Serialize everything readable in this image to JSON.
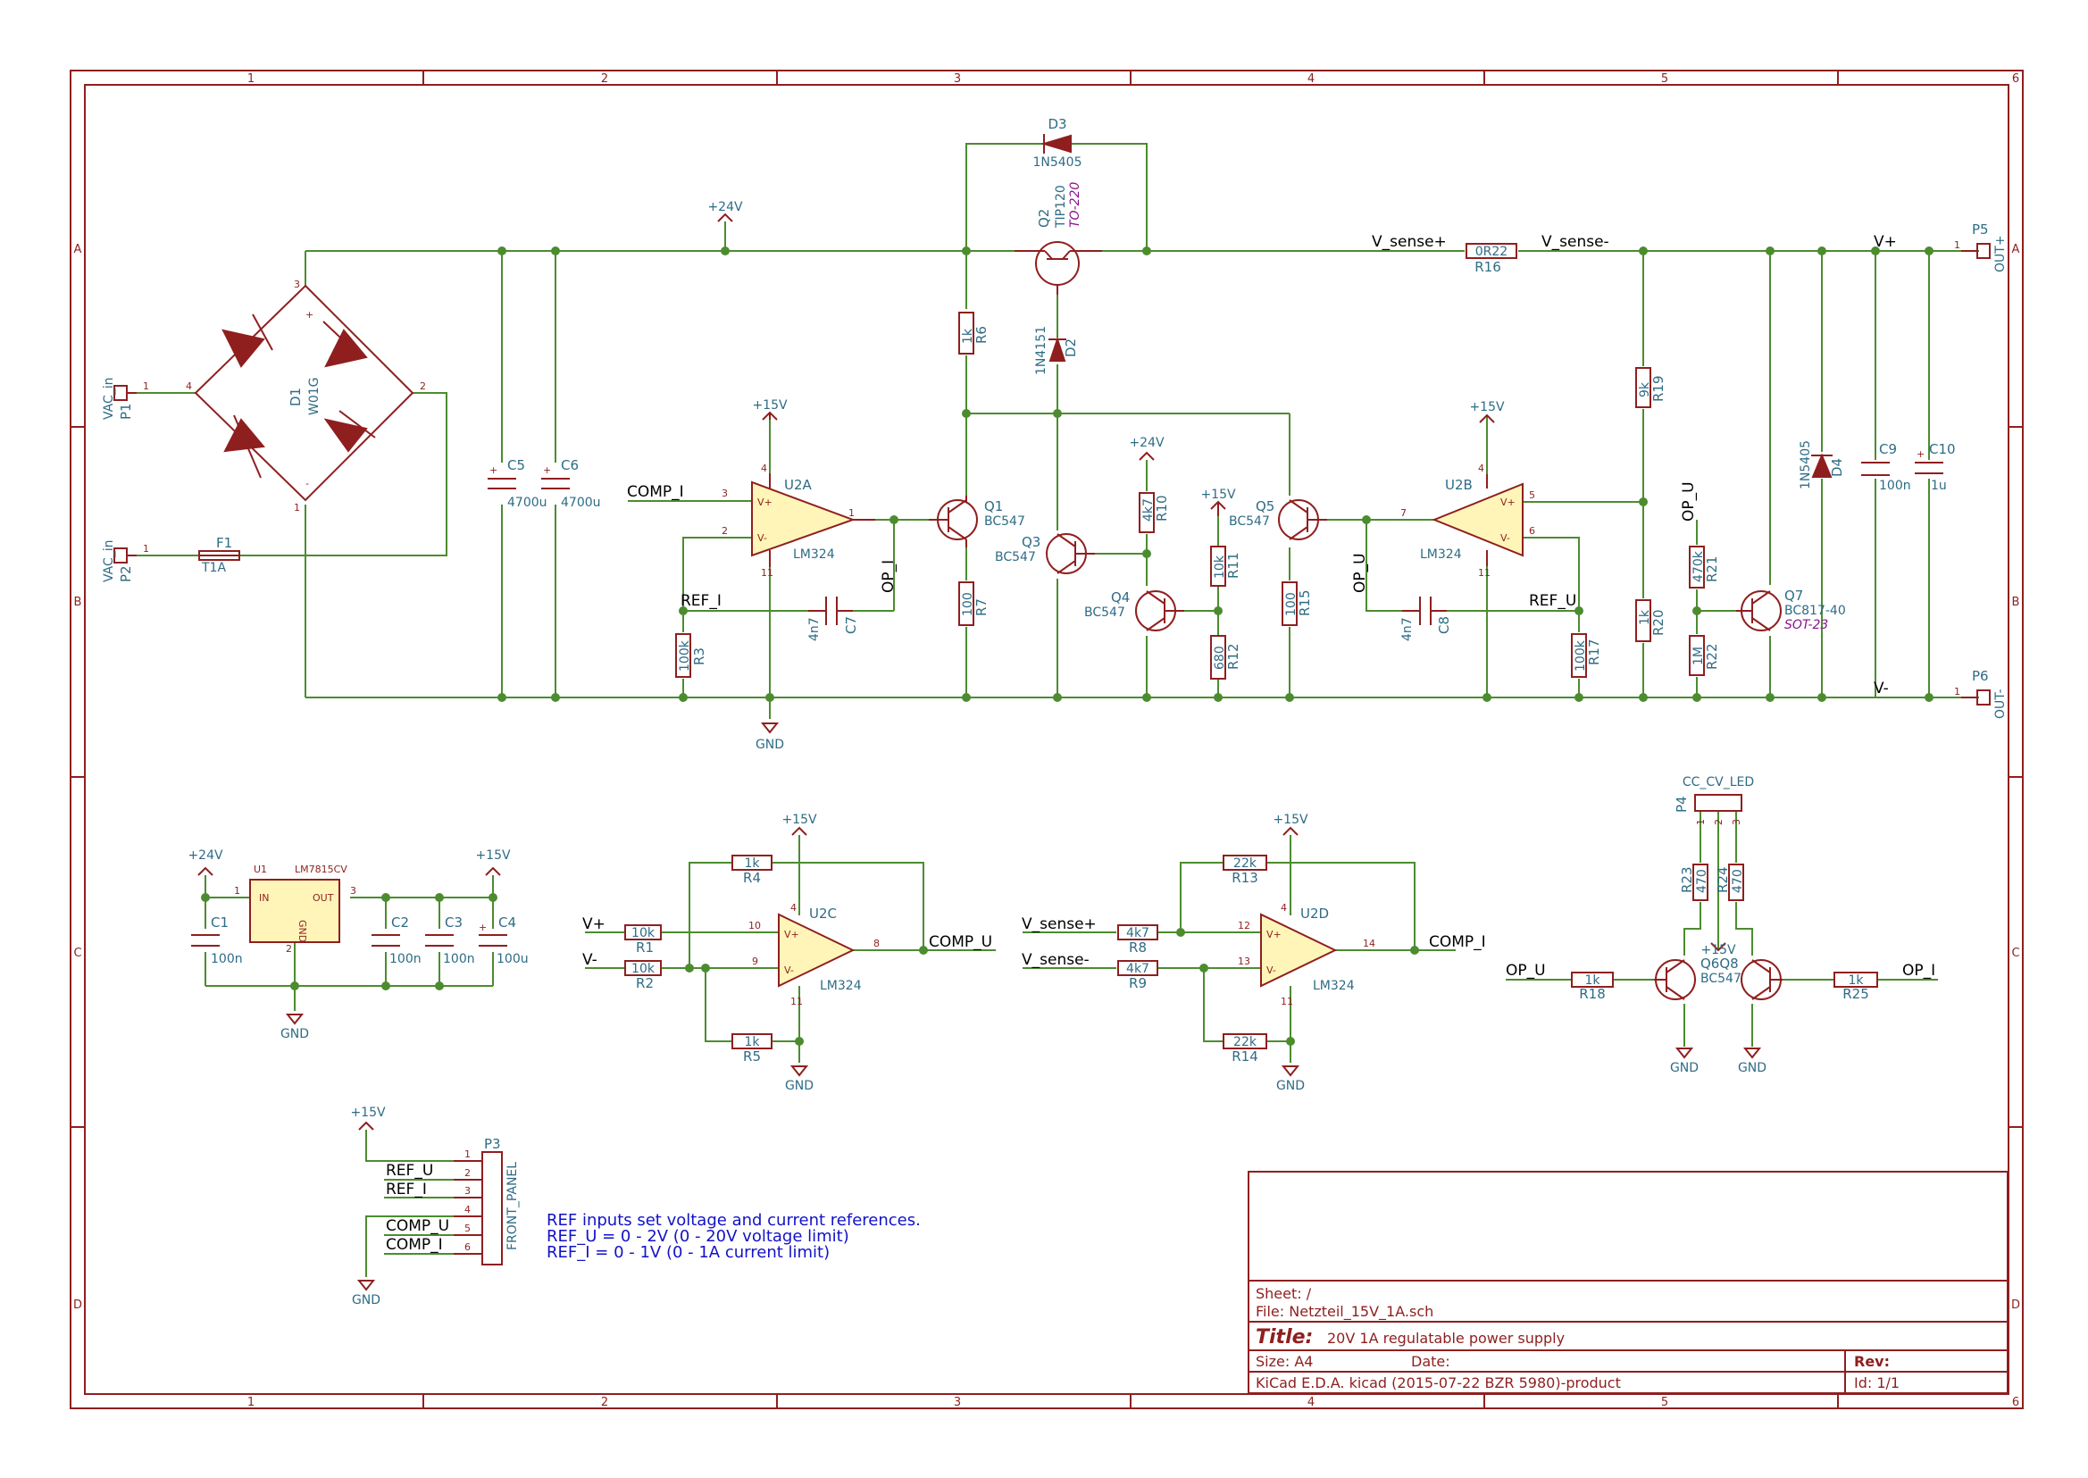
{
  "frame": {
    "cols": [
      "1",
      "2",
      "3",
      "4",
      "5",
      "6"
    ],
    "rows": [
      "A",
      "B",
      "C",
      "D"
    ]
  },
  "components": {
    "P1": {
      "ref": "P1",
      "value": "VAC_in",
      "pin": "1"
    },
    "P2": {
      "ref": "P2",
      "value": "VAC_in",
      "pin": "1"
    },
    "F1": {
      "ref": "F1",
      "value": "T1A"
    },
    "D1": {
      "ref": "D1",
      "value": "W01G",
      "pins": [
        "1",
        "2",
        "3",
        "4"
      ],
      "plus": "+",
      "minus": "-"
    },
    "C5": {
      "ref": "C5",
      "value": "4700u"
    },
    "C6": {
      "ref": "C6",
      "value": "4700u"
    },
    "D3": {
      "ref": "D3",
      "value": "1N5405"
    },
    "Q2": {
      "ref": "Q2",
      "value": "TIP120",
      "pkg": "TO-220"
    },
    "D2": {
      "ref": "D2",
      "value": "1N4151"
    },
    "R6": {
      "ref": "R6",
      "value": "1k"
    },
    "R16": {
      "ref": "R16",
      "value": "0R22"
    },
    "R19": {
      "ref": "R19",
      "value": "9k"
    },
    "R20": {
      "ref": "R20",
      "value": "1k"
    },
    "R21": {
      "ref": "R21",
      "value": "470k"
    },
    "R22": {
      "ref": "R22",
      "value": "1M"
    },
    "Q7": {
      "ref": "Q7",
      "value": "BC817-40",
      "pkg": "SOT-23"
    },
    "D4": {
      "ref": "D4",
      "value": "1N5405"
    },
    "C9": {
      "ref": "C9",
      "value": "100n"
    },
    "C10": {
      "ref": "C10",
      "value": "1u"
    },
    "P5": {
      "ref": "P5",
      "value": "OUT+",
      "pin": "1"
    },
    "P6": {
      "ref": "P6",
      "value": "OUT-",
      "pin": "1"
    },
    "U2A": {
      "ref": "U2A",
      "value": "LM324",
      "pins": [
        "3",
        "2",
        "1",
        "4",
        "11"
      ]
    },
    "U2B": {
      "ref": "U2B",
      "value": "LM324",
      "pins": [
        "5",
        "6",
        "7",
        "4",
        "11"
      ]
    },
    "U2C": {
      "ref": "U2C",
      "value": "LM324",
      "pins": [
        "10",
        "9",
        "8",
        "4",
        "11"
      ]
    },
    "U2D": {
      "ref": "U2D",
      "value": "LM324",
      "pins": [
        "12",
        "13",
        "14",
        "4",
        "11"
      ]
    },
    "Q1": {
      "ref": "Q1",
      "value": "BC547"
    },
    "Q3": {
      "ref": "Q3",
      "value": "BC547"
    },
    "Q4": {
      "ref": "Q4",
      "value": "BC547"
    },
    "Q5": {
      "ref": "Q5",
      "value": "BC547"
    },
    "R7": {
      "ref": "R7",
      "value": "100"
    },
    "R3": {
      "ref": "R3",
      "value": "100k"
    },
    "C7": {
      "ref": "C7",
      "value": "4n7"
    },
    "R10": {
      "ref": "R10",
      "value": "4k7"
    },
    "R11": {
      "ref": "R11",
      "value": "10k"
    },
    "R12": {
      "ref": "R12",
      "value": "680"
    },
    "R15": {
      "ref": "R15",
      "value": "100"
    },
    "C8": {
      "ref": "C8",
      "value": "4n7"
    },
    "R17": {
      "ref": "R17",
      "value": "100k"
    },
    "U1": {
      "ref": "U1",
      "value": "LM7815CV",
      "in": "IN",
      "out": "OUT",
      "gnd": "GND",
      "pins": [
        "1",
        "3",
        "2"
      ]
    },
    "C1": {
      "ref": "C1",
      "value": "100n"
    },
    "C2": {
      "ref": "C2",
      "value": "100n"
    },
    "C3": {
      "ref": "C3",
      "value": "100n"
    },
    "C4": {
      "ref": "C4",
      "value": "100u"
    },
    "R1": {
      "ref": "R1",
      "value": "10k"
    },
    "R2": {
      "ref": "R2",
      "value": "10k"
    },
    "R4": {
      "ref": "R4",
      "value": "1k"
    },
    "R5": {
      "ref": "R5",
      "value": "1k"
    },
    "R8": {
      "ref": "R8",
      "value": "4k7"
    },
    "R9": {
      "ref": "R9",
      "value": "4k7"
    },
    "R13": {
      "ref": "R13",
      "value": "22k"
    },
    "R14": {
      "ref": "R14",
      "value": "22k"
    },
    "P4": {
      "ref": "P4",
      "value": "CC_CV_LED",
      "pins": [
        "1",
        "2",
        "3"
      ]
    },
    "R23": {
      "ref": "R23",
      "value": "470"
    },
    "R24": {
      "ref": "R24",
      "value": "470"
    },
    "R18": {
      "ref": "R18",
      "value": "1k"
    },
    "R25": {
      "ref": "R25",
      "value": "1k"
    },
    "Q6": {
      "ref": "Q6",
      "value": "Q6Q8",
      "value2": "BC547"
    },
    "P3": {
      "ref": "P3",
      "value": "FRONT_PANEL",
      "pins": [
        "1",
        "2",
        "3",
        "4",
        "5",
        "6"
      ]
    }
  },
  "nets": {
    "vac_in": "VAC_in",
    "comp_i": "COMP_I",
    "comp_u": "COMP_U",
    "ref_i": "REF_I",
    "ref_u": "REF_U",
    "op_i": "OP_I",
    "op_u": "OP_U",
    "vsense_p": "V_sense+",
    "vsense_m": "V_sense-",
    "vplus": "V+",
    "vminus": "V-",
    "p24": "+24V",
    "p15": "+15V",
    "gnd": "GND"
  },
  "note": {
    "line1": "REF inputs set voltage and current references.",
    "line2": "REF_U = 0 - 2V (0 - 20V voltage limit)",
    "line3": "REF_I = 0 - 1V (0 - 1A current limit)"
  },
  "titleblock": {
    "sheet": "Sheet: /",
    "file": "File: Netzteil_15V_1A.sch",
    "title_label": "Title:",
    "title": "20V 1A regulatable power supply",
    "size": "Size: A4",
    "date": "Date:",
    "rev": "Rev:",
    "tool": "KiCad E.D.A.  kicad (2015-07-22 BZR 5980)-product",
    "id": "Id: 1/1"
  },
  "colors": {
    "wire": "#4c8c2f",
    "frame": "#8f1f1f",
    "ref_text": "#2e6c86",
    "note_text": "#1212c8",
    "body_fill": "#fff5b8",
    "package_text": "#8a148a"
  }
}
